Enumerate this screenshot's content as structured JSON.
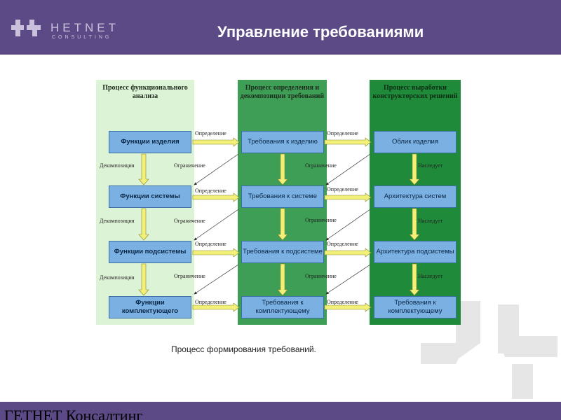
{
  "header": {
    "logo_name": "HETNET",
    "logo_sub": "CONSULTING",
    "title": "Управление требованиями"
  },
  "columns": [
    {
      "title": "Процесс функционального анализа",
      "color": "#ddf3d6",
      "boxes": [
        "Функции изделия",
        "Функции системы",
        "Функции подсистемы",
        "Функции комплектующего"
      ]
    },
    {
      "title": "Процесс определения и декомпозиции требований",
      "color": "#3e9e56",
      "boxes": [
        "Требования к изделию",
        "Требования к системе",
        "Требования к подсистеме",
        "Требования к комплектующему"
      ]
    },
    {
      "title": "Процесс выработки конструкторских решений",
      "color": "#1f8a3a",
      "boxes": [
        "Облик изделия",
        "Архитектура систем",
        "Архитектура подсистемы",
        "Требования к комплектующему"
      ]
    }
  ],
  "labels": {
    "definition": "Определение",
    "limitation": "Ограничение",
    "decomposition": "Декомпозиция",
    "inherits": "Наследует"
  },
  "caption": "Процесс формирования требований.",
  "footer": "ГЕТНЕТ Консалтинг",
  "colors": {
    "brand": "#5c4a86",
    "box_fill": "#7ab0e2",
    "arrow_fill": "#f3f07a"
  }
}
